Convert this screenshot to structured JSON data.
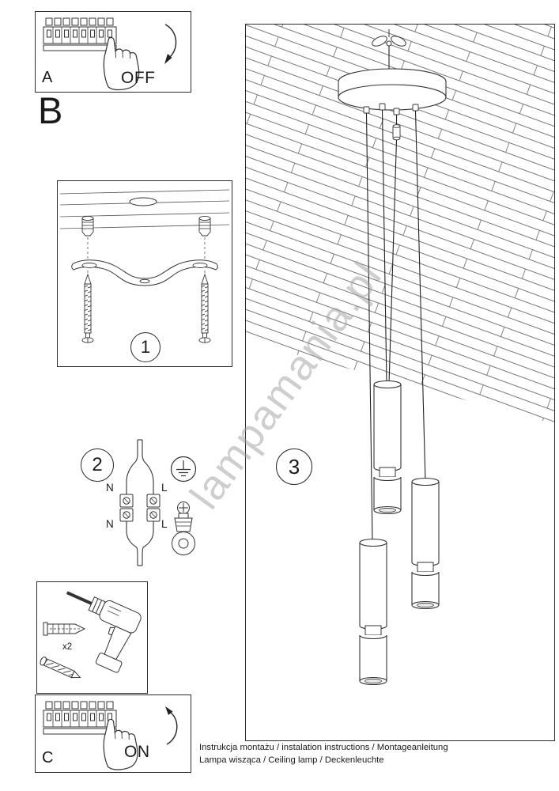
{
  "watermark": {
    "text": "lampamania.pl"
  },
  "panel_a": {
    "label": "A",
    "action": "OFF"
  },
  "section_b": {
    "label": "B"
  },
  "steps": {
    "one": "1",
    "two": "2",
    "three": "3"
  },
  "wiring": {
    "n_top": "N",
    "l_top": "L",
    "n_bottom": "N",
    "l_bottom": "L"
  },
  "drill": {
    "anchor_quantity": "x2"
  },
  "panel_c": {
    "label": "C",
    "action": "ON"
  },
  "footer": {
    "line1": "Instrukcja montażu / instalation instructions / Montageanleitung",
    "line2": "Lampa wisząca / Ceiling lamp / Deckenleuchte"
  }
}
